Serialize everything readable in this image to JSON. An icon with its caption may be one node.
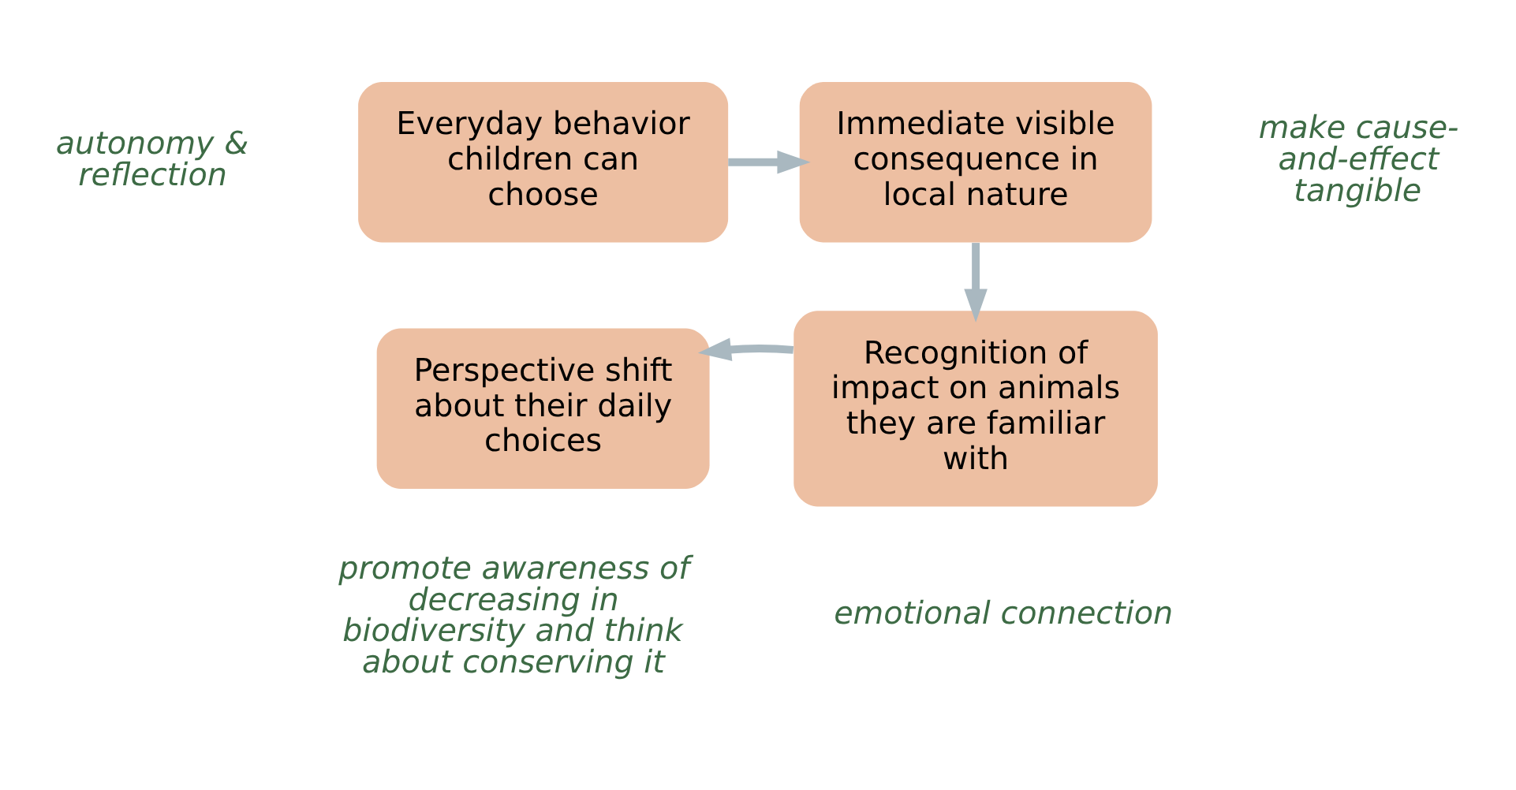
{
  "diagram": {
    "nodes": [
      {
        "text": [
          "Everyday behavior children can choose"
        ],
        "beside": [
          "autonomy & reflection"
        ]
      },
      {
        "text": [
          "Immediate visible consequence in local nature"
        ],
        "beside": [
          "make cause-and-effect tangible"
        ]
      },
      {
        "text": [
          "Recognition of impact on animals they are familiar with"
        ],
        "beside": [
          "emotional connection"
        ]
      },
      {
        "text": [
          "Perspective shift about their daily choices"
        ],
        "beside": [
          "promote awareness of decreasing in biodiversity and think about conserving it"
        ]
      }
    ],
    "edges": [
      {
        "from": 0,
        "to": 1,
        "arrow": "to",
        "color": "#a9b8c0"
      },
      {
        "from": 1,
        "to": 2,
        "arrow": "to",
        "color": "#a9b8c0"
      },
      {
        "from": 2,
        "to": 3,
        "arrow": "to",
        "color": "#a9b8c0"
      }
    ]
  }
}
